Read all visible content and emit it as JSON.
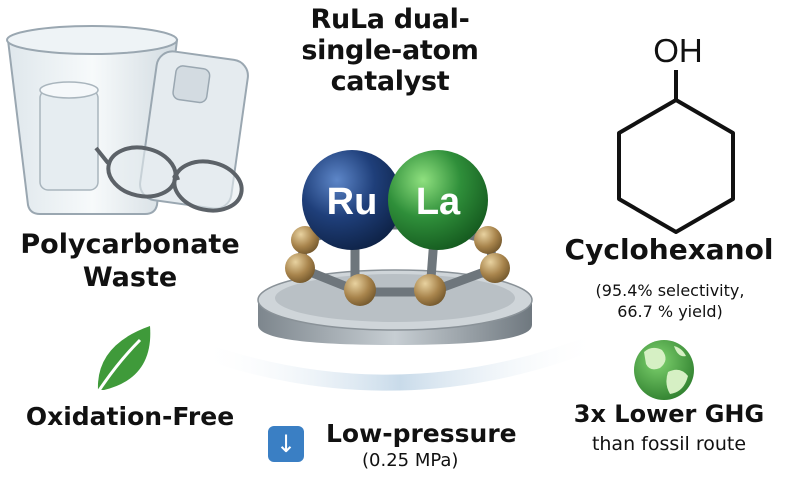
{
  "title": "RuLa dual-single-atom catalyst",
  "title_lines": [
    "RuLa dual-",
    "single-atom",
    "catalyst"
  ],
  "waste": {
    "lines": [
      "Polycarbonate",
      "Waste"
    ]
  },
  "catalyst": {
    "atom1": "Ru",
    "atom2": "La"
  },
  "product": {
    "formula_label": "OH",
    "name": "Cyclohexanol",
    "detail_lines": [
      "(95.4% selectivity,",
      "66.7 % yield)"
    ]
  },
  "benefits": {
    "oxidation": "Oxidation-Free",
    "pressure_label": "Low-pressure",
    "pressure_value": "(0.25 MPa)",
    "ghg_label": "3x Lower GHG",
    "ghg_sub": "than fossil route"
  },
  "colors": {
    "ru": "#1f3f7a",
    "la": "#2f8f3a",
    "support_atom": "#a8844c",
    "platform": "#8f979e",
    "leaf": "#3f9a3a",
    "arrow_badge": "#3a7fc4",
    "globe": "#3c9a3c"
  },
  "icons": [
    "leaf-icon",
    "arrow-down-icon",
    "globe-icon",
    "glass-icon",
    "phone-icon",
    "eyeglasses-icon"
  ]
}
